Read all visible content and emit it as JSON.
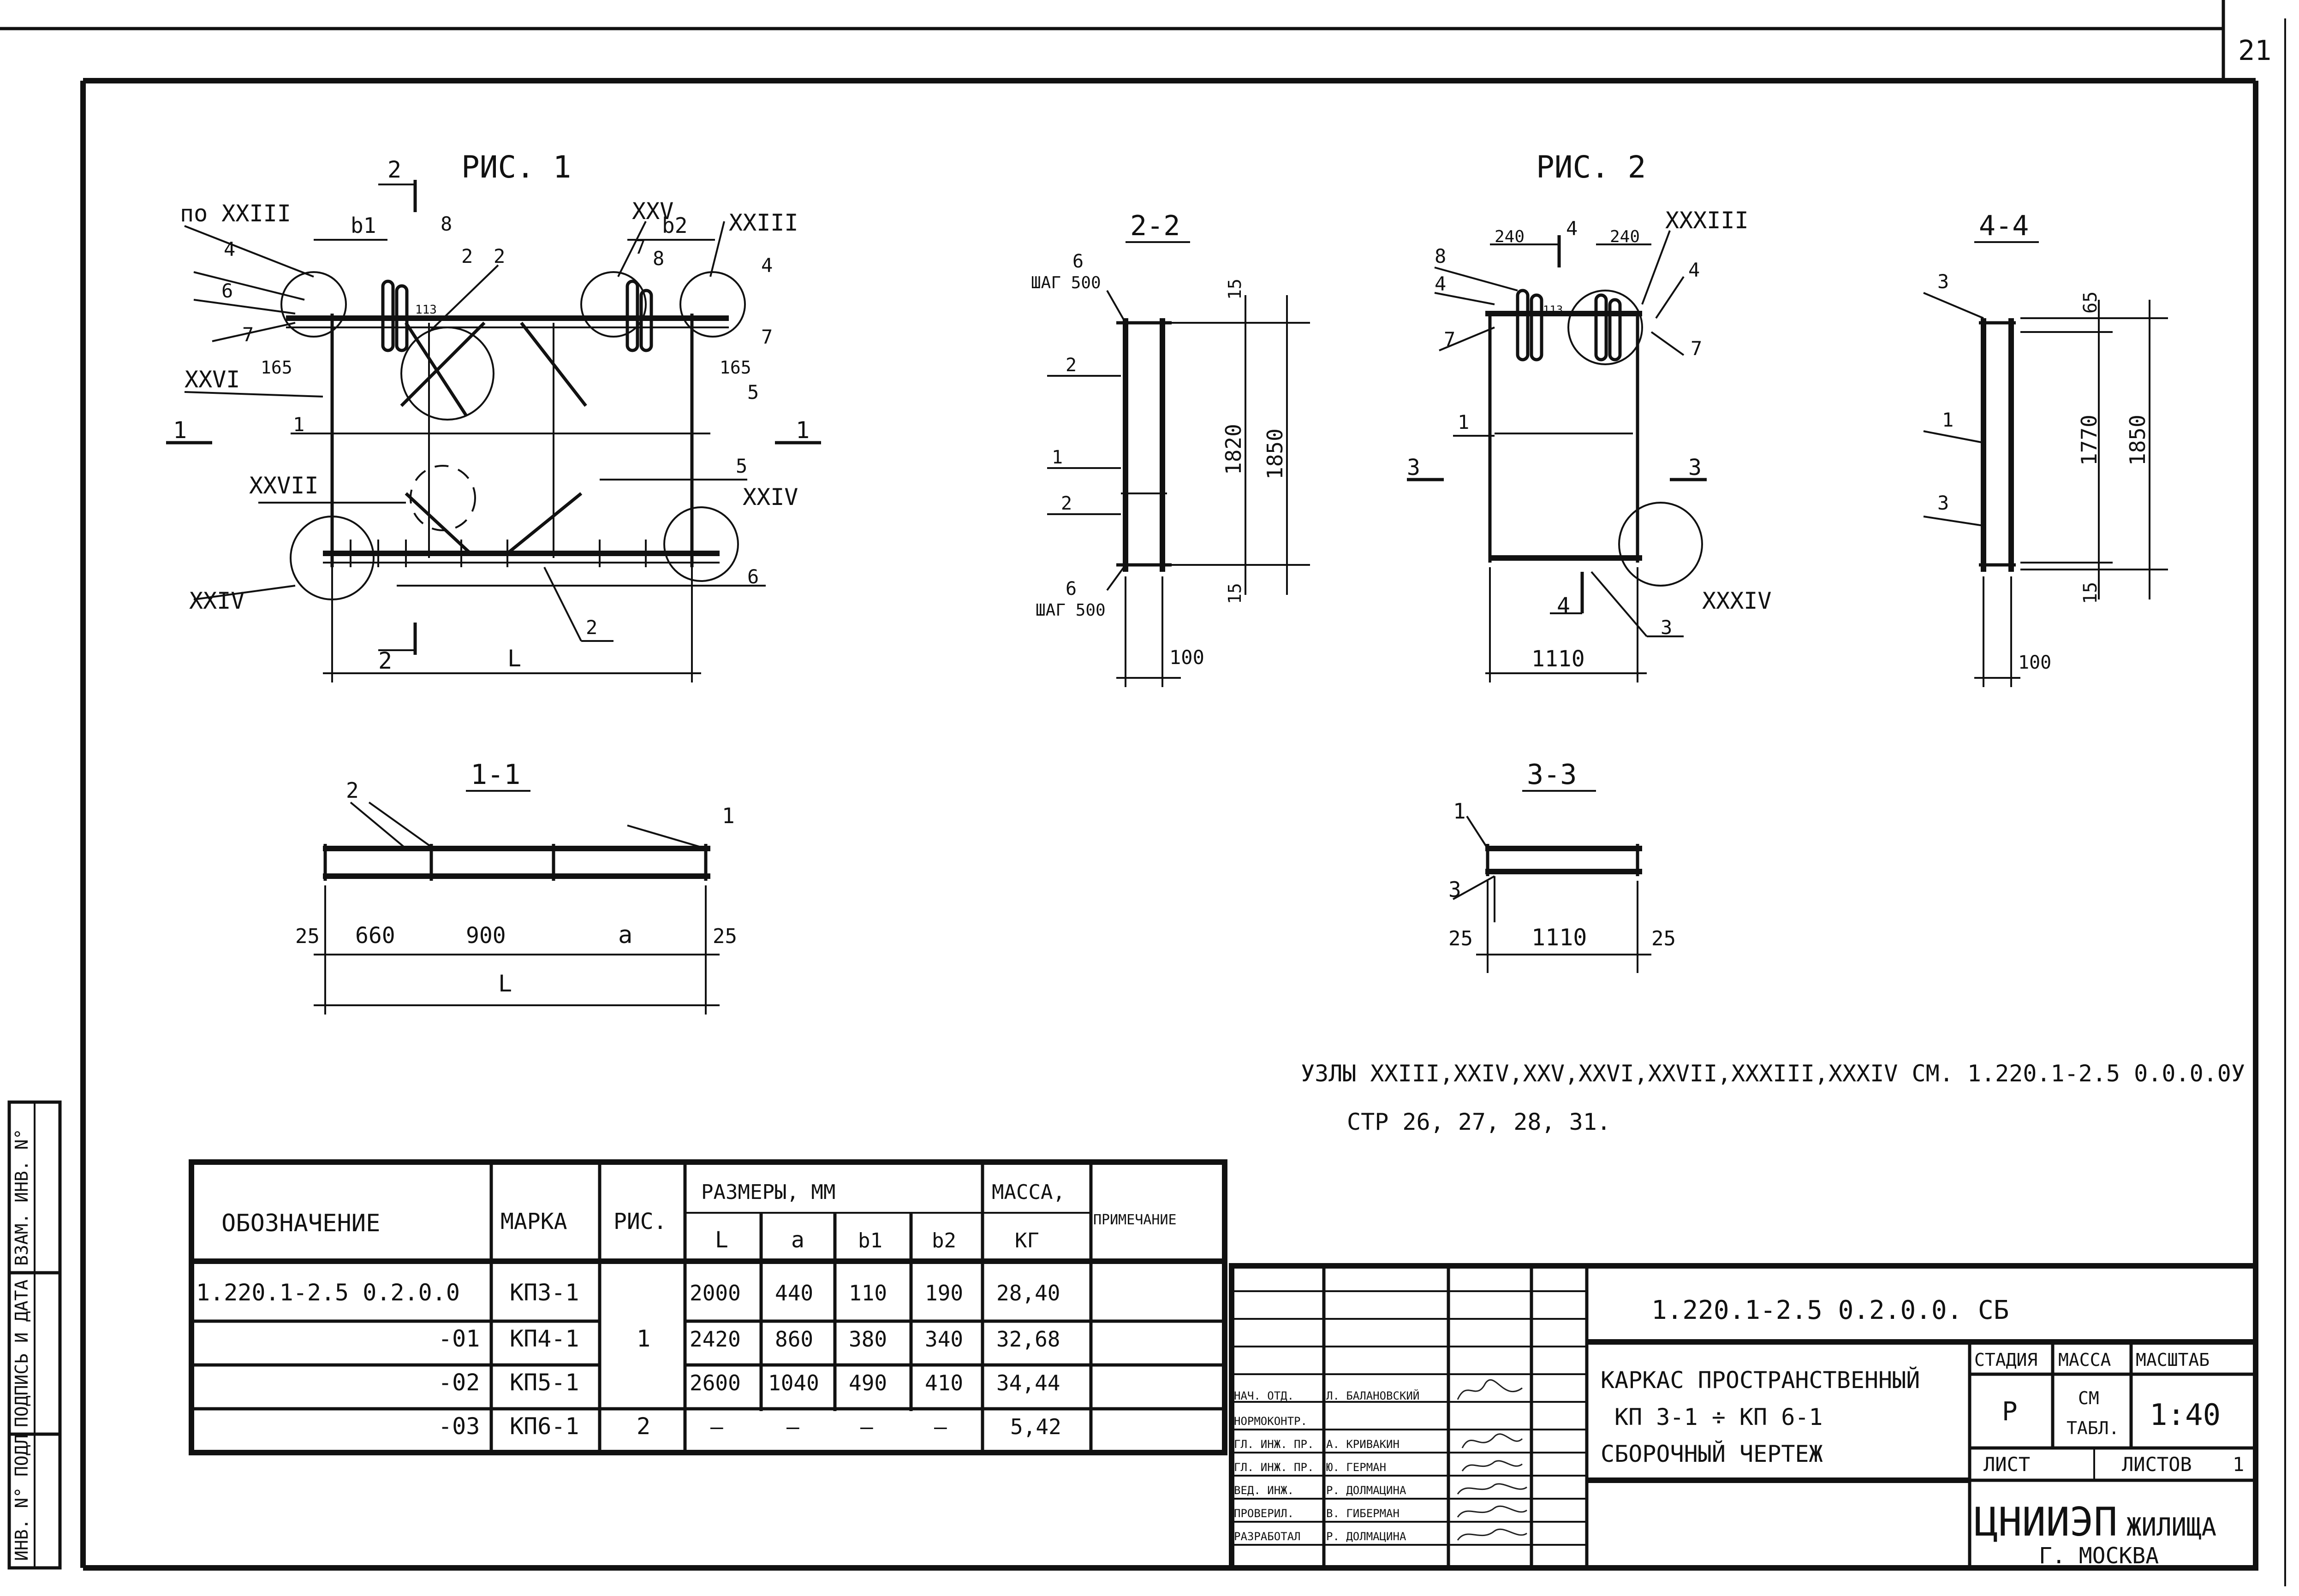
{
  "sheet": {
    "page_number": "21",
    "side_stamp": [
      "ИНВ. N° ПОДЛ",
      "ПОДПИСЬ И ДАТА",
      "ВЗАМ. ИНВ. N°"
    ]
  },
  "fig1": {
    "title": "РИС. 1",
    "node_refs": [
      "по XXIII",
      "XXV",
      "XXIII",
      "XXVI",
      "XXVII",
      "XXIV",
      "XXIV"
    ],
    "leaders": [
      "4",
      "6",
      "7",
      "b1",
      "8",
      "2",
      "7",
      "8",
      "b2",
      "4",
      "7",
      "1",
      "5",
      "5",
      "6",
      "2",
      "2"
    ],
    "dims": [
      "165",
      "165",
      "L",
      "113"
    ],
    "section_marks": [
      "1",
      "1",
      "2",
      "2"
    ]
  },
  "sec22": {
    "title": "2-2",
    "leaders": [
      "6",
      "ШАГ 500",
      "2",
      "1",
      "2",
      "6",
      "ШАГ 500"
    ],
    "dims": [
      "15",
      "1820",
      "1850",
      "15",
      "100"
    ]
  },
  "fig2": {
    "title": "РИС. 2",
    "node_refs": [
      "XXXIII",
      "XXXIV"
    ],
    "leaders": [
      "8",
      "4",
      "7",
      "1",
      "4",
      "4",
      "7",
      "3"
    ],
    "dims": [
      "240",
      "240",
      "113",
      "1110"
    ],
    "section_marks": [
      "3",
      "3",
      "4"
    ]
  },
  "sec44": {
    "title": "4-4",
    "leaders": [
      "3",
      "1",
      "3"
    ],
    "dims": [
      "65",
      "1770",
      "1850",
      "15",
      "100"
    ]
  },
  "sec11": {
    "title": "1-1",
    "leaders": [
      "2",
      "1"
    ],
    "dims": [
      "25",
      "660",
      "900",
      "a",
      "25",
      "L"
    ]
  },
  "sec33": {
    "title": "3-3",
    "leaders": [
      "1",
      "3"
    ],
    "dims": [
      "25",
      "1110",
      "25"
    ]
  },
  "note": {
    "line1": "УЗЛЫ XXIII,XXIV,XXV,XXVI,XXVII,XXXIII,XXXIV  СМ.  1.220.1-2.5  0.0.0.0У",
    "line2": "СТР 26, 27, 28, 31."
  },
  "spec": {
    "headers": {
      "designation": "ОБОЗНАЧЕНИЕ",
      "mark": "МАРКА",
      "fig": "РИС.",
      "sizes": "РАЗМЕРЫ, ММ",
      "mass": "МАССА,",
      "mass_unit": "КГ",
      "note": "ПРИМЕЧАНИЕ",
      "L": "L",
      "a": "a",
      "b1": "b1",
      "b2": "b2"
    },
    "rows": [
      {
        "designation": "1.220.1-2.5  0.2.0.0",
        "mark": "КП3-1",
        "L": "2000",
        "a": "440",
        "b1": "110",
        "b2": "190",
        "mass": "28,40"
      },
      {
        "designation": "-01",
        "mark": "КП4-1",
        "L": "2420",
        "a": "860",
        "b1": "380",
        "b2": "340",
        "mass": "32,68"
      },
      {
        "designation": "-02",
        "mark": "КП5-1",
        "L": "2600",
        "a": "1040",
        "b1": "490",
        "b2": "410",
        "mass": "34,44"
      },
      {
        "designation": "-03",
        "mark": "КП6-1",
        "L": "—",
        "a": "—",
        "b1": "—",
        "b2": "—",
        "mass": "5,42"
      }
    ],
    "fig_groups": [
      "1",
      "2"
    ]
  },
  "title_block": {
    "doc_code": "1.220.1-2.5  0.2.0.0. СБ",
    "title_line1": "КАРКАС  ПРОСТРАНСТВЕННЫЙ",
    "title_line2": "КП 3-1 ÷ КП 6-1",
    "title_line3": "СБОРОЧНЫЙ   ЧЕРТЕЖ",
    "stage_label": "СТАДИЯ",
    "mass_label": "МАССА",
    "scale_label": "МАСШТАБ",
    "stage": "Р",
    "mass_value_1": "СМ",
    "mass_value_2": "ТАБЛ.",
    "scale": "1:40",
    "sheet_label": "ЛИСТ",
    "sheets_label": "ЛИСТОВ",
    "sheets_count": "1",
    "org_main": "ЦНИИЭП",
    "org_suffix": "ЖИЛИЩА",
    "city": "Г. МОСКВА",
    "staff": [
      {
        "role": "НАЧ. ОТД.",
        "name": "Л. БАЛАНОВСКИЙ"
      },
      {
        "role": "НОРМОКОНТР.",
        "name": ""
      },
      {
        "role": "ГЛ. ИНЖ. ПР.",
        "name": "А. КРИВАКИН"
      },
      {
        "role": "ГЛ. ИНЖ. ПР.",
        "name": "Ю. ГЕРМАН"
      },
      {
        "role": "ВЕД. ИНЖ.",
        "name": "Р. ДОЛМАЦИНА"
      },
      {
        "role": "ПРОВЕРИЛ.",
        "name": "В. ГИБЕРМАН"
      },
      {
        "role": "РАЗРАБОТАЛ",
        "name": "Р. ДОЛМАЦИНА"
      }
    ]
  }
}
